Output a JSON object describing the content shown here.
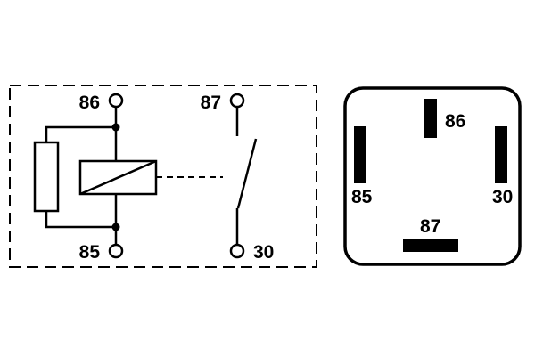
{
  "diagram": {
    "kind": "relay-circuit-and-pinout",
    "schematic": {
      "terminal_86": "86",
      "terminal_87": "87",
      "terminal_85": "85",
      "terminal_30": "30"
    },
    "pinout": {
      "pin_86": "86",
      "pin_85": "85",
      "pin_30": "30",
      "pin_87": "87"
    },
    "colors": {
      "line": "#000000",
      "background": "#ffffff"
    }
  }
}
